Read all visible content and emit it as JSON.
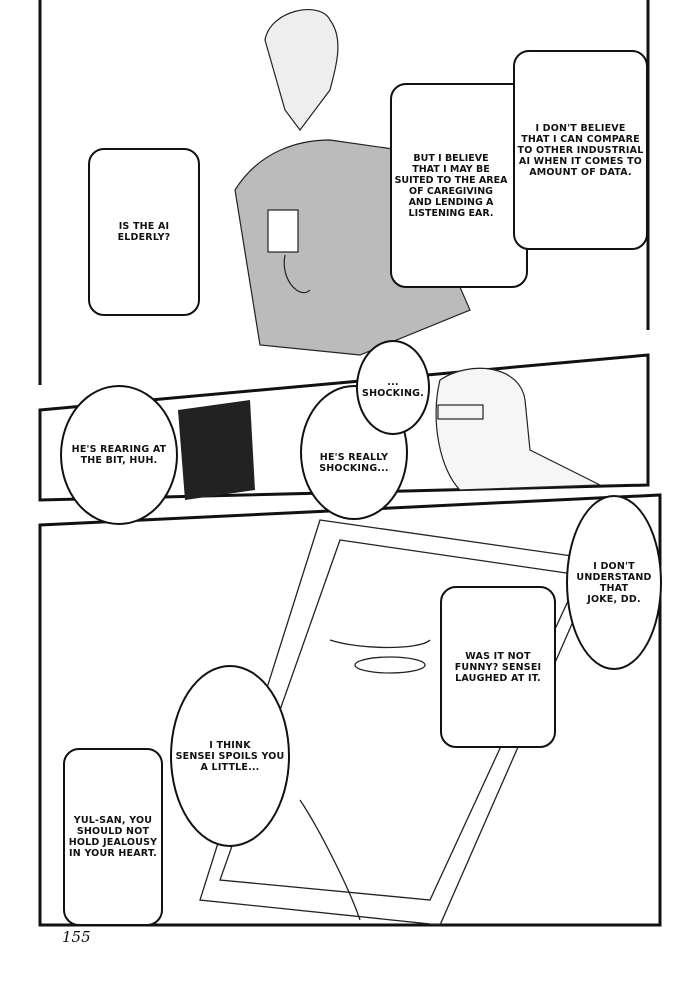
{
  "page_number": "155",
  "panels": [
    {
      "bubbles": [
        {
          "text": "IS THE AI\nELDERLY?"
        },
        {
          "text": "BUT I BELIEVE\nTHAT I MAY BE\nSUITED TO THE AREA\nOF CAREGIVING\nAND LENDING A\nLISTENING EAR."
        },
        {
          "text": "I DON'T BELIEVE\nTHAT I CAN COMPARE\nTO OTHER INDUSTRIAL\nAI WHEN IT COMES TO\nAMOUNT OF DATA."
        }
      ]
    },
    {
      "bubbles": [
        {
          "text": "HE'S REARING AT\nTHE BIT, HUH."
        },
        {
          "text": "...\nSHOCKING."
        },
        {
          "text": "HE'S REALLY\nSHOCKING..."
        }
      ]
    },
    {
      "bubbles": [
        {
          "text": "I DON'T\nUNDERSTAND THAT\nJOKE, DD."
        },
        {
          "text": "WAS IT NOT\nFUNNY? SENSEI\nLAUGHED AT IT."
        },
        {
          "text": "I THINK\nSENSEI SPOILS YOU\nA LITTLE..."
        },
        {
          "text": "YUL-SAN, YOU\nSHOULD NOT\nHOLD JEALOUSY\nIN YOUR HEART."
        }
      ]
    }
  ]
}
